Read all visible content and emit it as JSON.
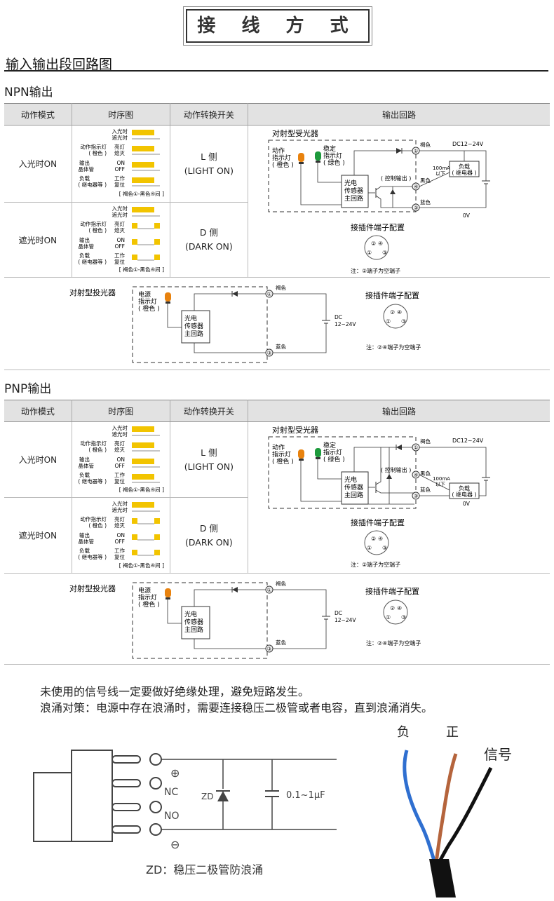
{
  "title": "接 线 方 式",
  "section_title": "输入输出段回路图",
  "npn": {
    "heading": "NPN输出",
    "headers": [
      "动作模式",
      "时序图",
      "动作转换开关",
      "输出回路"
    ],
    "rows": [
      {
        "mode": "入光时ON",
        "switch_line1": "L 侧",
        "switch_line2": "(LIGHT ON)"
      },
      {
        "mode": "遮光时ON",
        "switch_line1": "D 侧",
        "switch_line2": "(DARK ON)"
      }
    ]
  },
  "pnp": {
    "heading": "PNP输出",
    "headers": [
      "动作模式",
      "时序图",
      "动作转换开关",
      "输出回路"
    ],
    "rows": [
      {
        "mode": "入光时ON",
        "switch_line1": "L 侧",
        "switch_line2": "(LIGHT ON)"
      },
      {
        "mode": "遮光时ON",
        "switch_line1": "D 侧",
        "switch_line2": "(DARK ON)"
      }
    ]
  },
  "timing": {
    "light_in": "入光时",
    "light_block": "遮光时",
    "led_label_1": "动作指示灯",
    "led_label_2": "( 橙色 )",
    "on_lamp": "亮灯",
    "off_lamp": "熄灭",
    "output_1": "输出",
    "output_2": "晶体管",
    "on": "ON",
    "off": "OFF",
    "load_1": "负载",
    "load_2": "( 继电器等 )",
    "work": "工作",
    "reset": "复位",
    "footnote": "[ 褐色①-黑色④间 ]"
  },
  "receiver": {
    "title": "对射型受光器",
    "action_led": [
      "动作",
      "指示灯",
      "( 橙色 )"
    ],
    "stable_led": [
      "稳定",
      "指示灯",
      "( 绿色 )"
    ],
    "main_circuit": [
      "光电",
      "传感器",
      "主回路"
    ],
    "control_output": "( 控制输出 )",
    "brown": "褐色",
    "black": "黑色",
    "blue": "蓝色",
    "supply": "DC12~24V",
    "current": "100mA",
    "current_sub": "以下",
    "load": [
      "负载",
      "( 继电器 )"
    ],
    "zero_v": "0V",
    "pin_1": "①",
    "pin_3": "③",
    "pin_4": "④",
    "connector_title": "接插件端子配置",
    "connector_note": "注：②端子为空端子"
  },
  "emitter": {
    "title": "对射型投光器",
    "power_led": [
      "电源",
      "指示灯",
      "( 橙色 )"
    ],
    "main_circuit": [
      "光电",
      "传感器",
      "主回路"
    ],
    "brown": "褐色",
    "blue": "蓝色",
    "supply": [
      "DC",
      "12~24V"
    ],
    "pin_1": "①",
    "pin_3": "③",
    "connector_title": "接插件端子配置",
    "connector_note": "注：②④端子为空端子"
  },
  "connector_pins": {
    "p2": "②",
    "p4": "④",
    "p1": "①",
    "p3": "③"
  },
  "notes": [
    "未使用的信号线一定要做好绝缘处理，避免短路发生。",
    "浪涌对策：电源中存在浪涌时，需要连接稳压二极管或者电容，直到浪涌消失。"
  ],
  "surge": {
    "plus": "⊕",
    "nc": "NC",
    "no": "NO",
    "minus": "⊖",
    "zd": "ZD",
    "cap": "0.1~1μF",
    "caption": "ZD：稳压二极管防浪涌"
  },
  "cable": {
    "neg": "负",
    "pos": "正",
    "signal": "信号"
  },
  "colors": {
    "led_orange": "#e8820e",
    "led_green": "#1d9a3c",
    "timing_bar": "#f2c400",
    "wire_blue": "#2f6fd0",
    "wire_brown": "#b5643c",
    "wire_black": "#111111"
  }
}
